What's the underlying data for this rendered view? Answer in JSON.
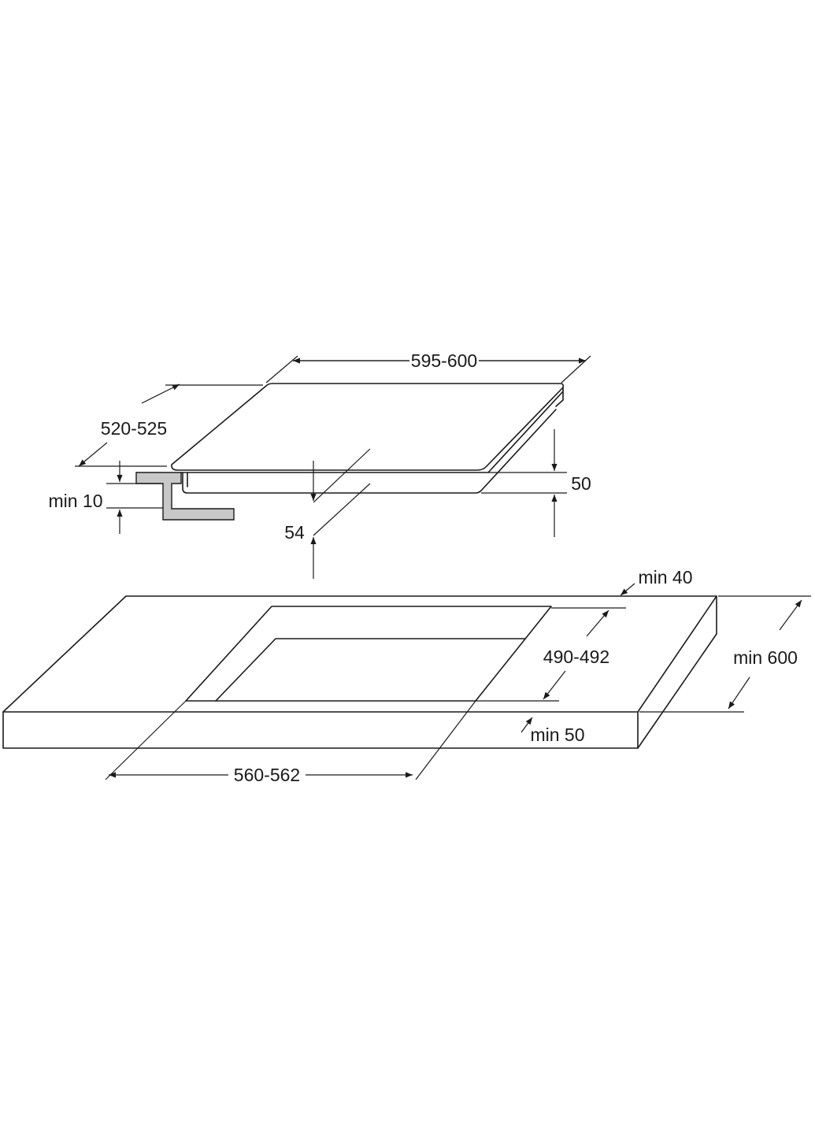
{
  "diagram": {
    "hob": {
      "width": "595-600",
      "depth": "520-525",
      "height": "50",
      "below_worktop": "54",
      "clearance": "min 10"
    },
    "worktop": {
      "front_gap": "min 40",
      "cutout_depth": "490-492",
      "depth": "min 600",
      "back_gap": "min 50",
      "cutout_width": "560-562"
    },
    "colors": {
      "line": "#1a1a1a",
      "bracket_fill": "#c8c8c8",
      "background": "#ffffff"
    }
  }
}
